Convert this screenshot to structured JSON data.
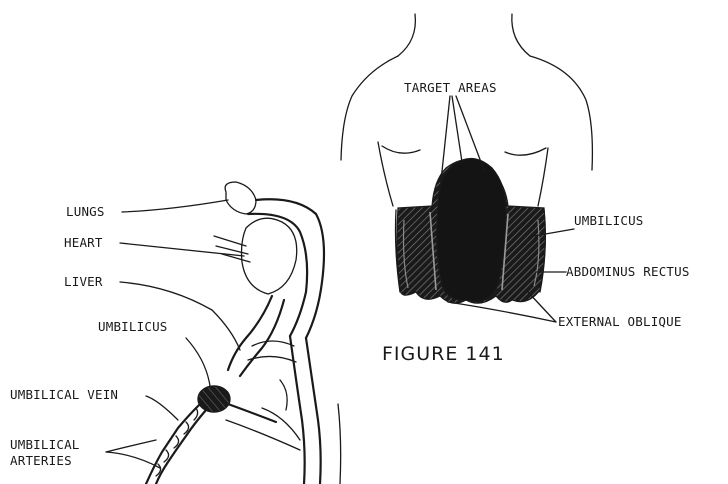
{
  "figure_label": "FIGURE 141",
  "torso": {
    "labels": {
      "target_areas": "TARGET AREAS",
      "umbilicus": "UMBILICUS",
      "abdominus_rectus": "ABDOMINUS RECTUS",
      "external_oblique": "EXTERNAL OBLIQUE"
    }
  },
  "circulation": {
    "labels": {
      "lungs": "LUNGS",
      "heart": "HEART",
      "liver": "LIVER",
      "umbilicus": "UMBILICUS",
      "umbilical_vein": "UMBILICAL VEIN",
      "umbilical_arteries_line1": "UMBILICAL",
      "umbilical_arteries_line2": "ARTERIES"
    }
  },
  "colors": {
    "ink": "#1a1a1a",
    "background": "#ffffff"
  }
}
